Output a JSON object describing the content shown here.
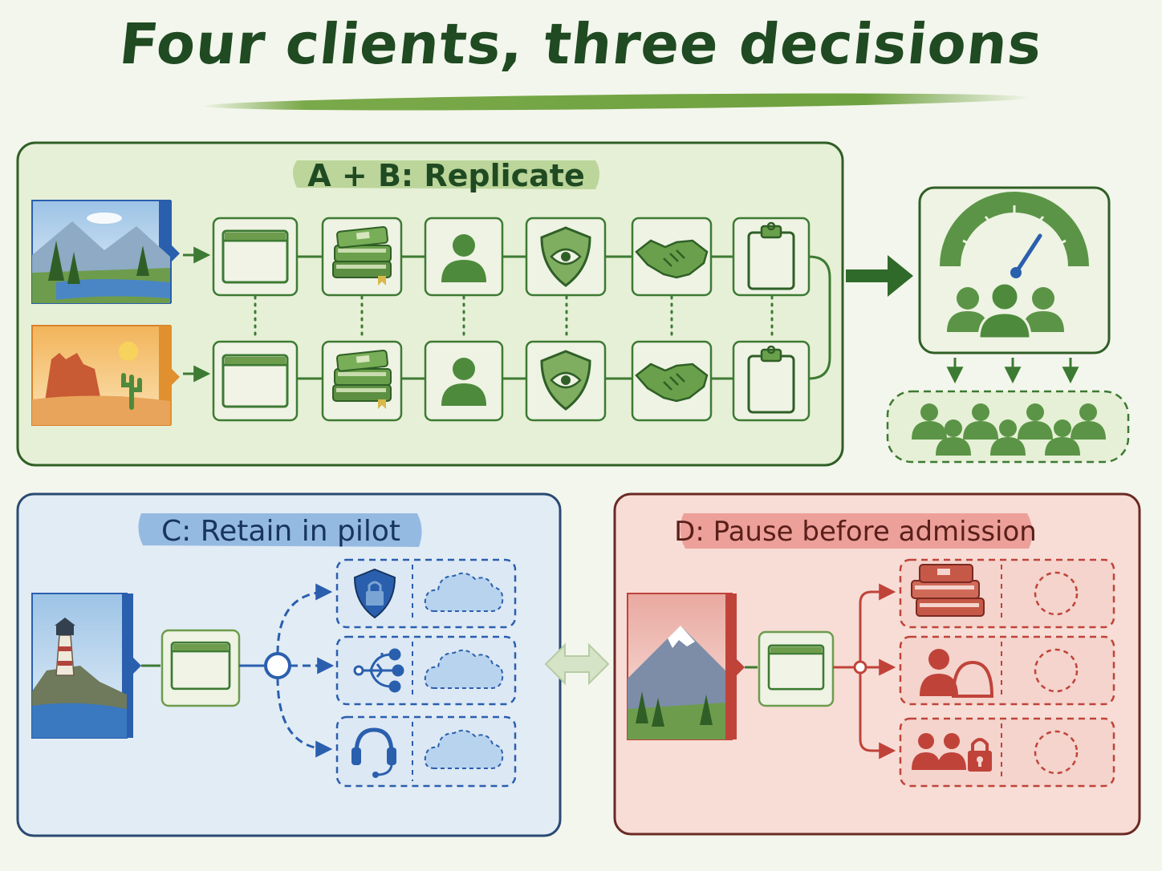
{
  "title": "Four clients, three decisions",
  "panels": {
    "ab": {
      "label": "A + B: Replicate"
    },
    "c": {
      "label": "C: Retain in pilot"
    },
    "d": {
      "label": "D: Pause before admission"
    }
  },
  "icons": {
    "ab_pipeline": [
      "browser-window-icon",
      "books-icon",
      "person-icon",
      "shield-eye-icon",
      "handshake-icon",
      "clipboard-icon"
    ],
    "c_branches": [
      "shield-lock-icon",
      "branching-network-icon",
      "headset-icon"
    ],
    "d_branches": [
      "books-icon",
      "person-with-bell-icon",
      "people-with-lock-icon"
    ],
    "scale_outcome": [
      "gauge-icon",
      "group-icon"
    ]
  },
  "colors": {
    "green": "#3d7a33",
    "green_light": "#e4efd3",
    "blue": "#2a5fae",
    "blue_light": "#e2ecf5",
    "red": "#c0433a",
    "red_light": "#f7ddd6"
  }
}
